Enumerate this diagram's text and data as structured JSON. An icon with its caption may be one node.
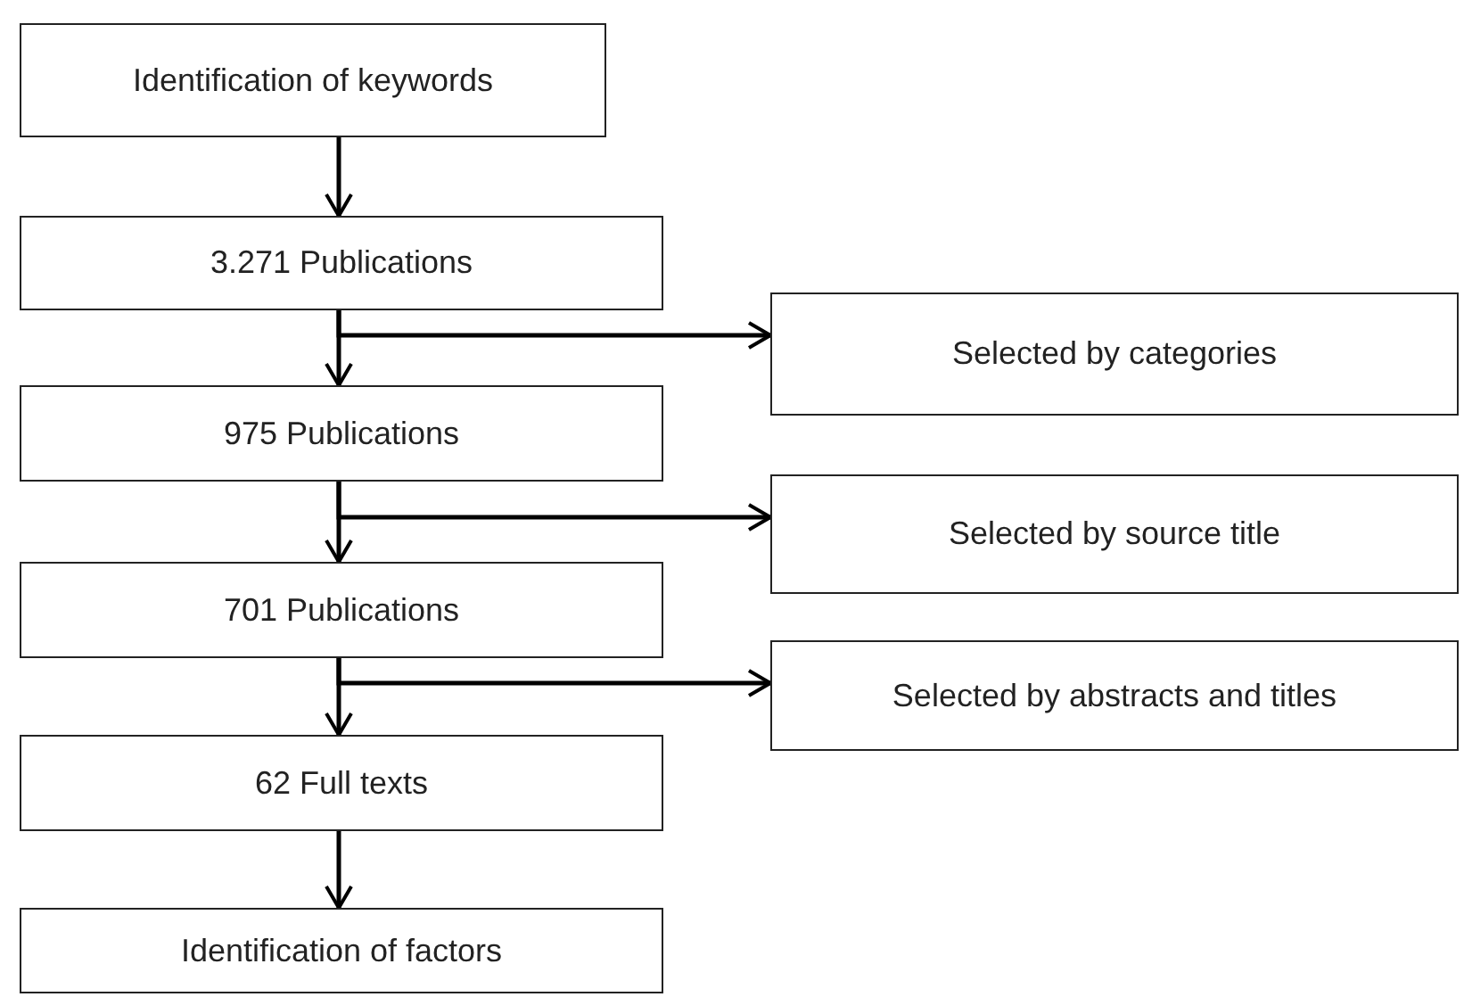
{
  "diagram": {
    "nodes": [
      {
        "text": [
          "Identification of keywords"
        ]
      },
      {
        "text": [
          "3.271 Publications"
        ]
      },
      {
        "text": [
          "Selected by categories"
        ]
      },
      {
        "text": [
          "975 Publications"
        ]
      },
      {
        "text": [
          "Selected by source title"
        ]
      },
      {
        "text": [
          "701 Publications"
        ]
      },
      {
        "text": [
          "Selected by abstracts and titles"
        ]
      },
      {
        "text": [
          "62 Full texts"
        ]
      },
      {
        "text": [
          "Identification of factors"
        ]
      }
    ],
    "edges": [
      {
        "from": 0,
        "to": 1,
        "arrow": "to"
      },
      {
        "from": 1,
        "to": 3,
        "arrow": "to"
      },
      {
        "from": 1,
        "to": 2,
        "arrow": "to"
      },
      {
        "from": 3,
        "to": 5,
        "arrow": "to"
      },
      {
        "from": 3,
        "to": 4,
        "arrow": "to"
      },
      {
        "from": 5,
        "to": 7,
        "arrow": "to"
      },
      {
        "from": 5,
        "to": 6,
        "arrow": "to"
      },
      {
        "from": 7,
        "to": 8,
        "arrow": "to"
      }
    ]
  }
}
